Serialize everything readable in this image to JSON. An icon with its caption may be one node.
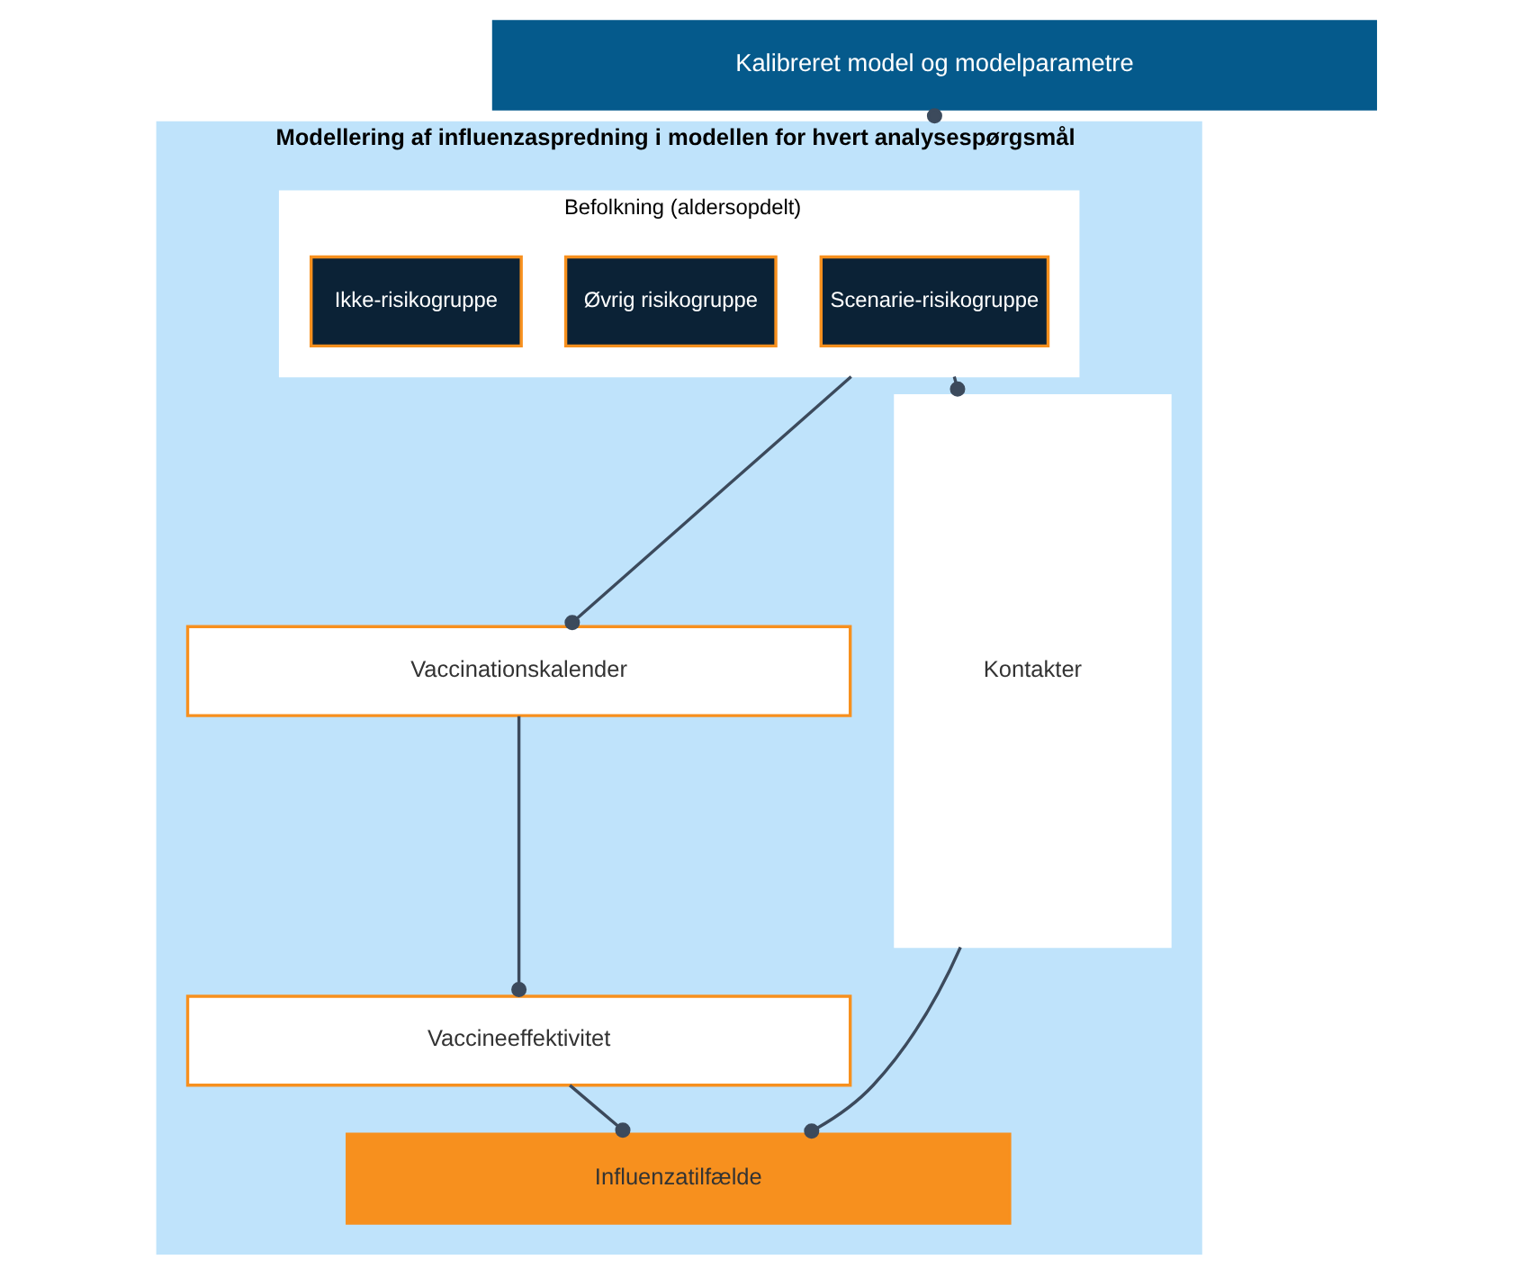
{
  "diagram": {
    "nodes": [
      {
        "text": [
          "Kalibreret model og modelparametre"
        ]
      },
      {
        "text": [
          "Modellering af influenzaspredning i modellen for hvert analysespørgsmål"
        ]
      },
      {
        "text": [
          "Befolkning (aldersopdelt)"
        ],
        "in": 1
      },
      {
        "text": [
          "Scenarie-risikogruppe"
        ],
        "in": 2
      },
      {
        "text": [
          "Øvrig risikogruppe"
        ],
        "in": 2
      },
      {
        "text": [
          "Ikke-risikogruppe"
        ],
        "in": 2
      },
      {
        "text": [
          "Vaccinationskalender"
        ],
        "in": 1
      },
      {
        "text": [
          "Vaccineeffektivitet"
        ],
        "in": 1
      },
      {
        "text": [
          "Influenzatilfælde"
        ],
        "in": 1
      },
      {
        "text": [
          "Kontakter"
        ],
        "in": 1
      }
    ],
    "edges": [
      {
        "from": 0,
        "to": 1,
        "arrow": "other"
      },
      {
        "from": 2,
        "to": 9,
        "arrow": "other"
      },
      {
        "from": 2,
        "to": 6,
        "arrow": "other"
      },
      {
        "from": 6,
        "to": 7,
        "arrow": "other"
      },
      {
        "from": 7,
        "to": 8,
        "arrow": "other"
      },
      {
        "from": 9,
        "to": 8,
        "arrow": "other"
      }
    ]
  }
}
